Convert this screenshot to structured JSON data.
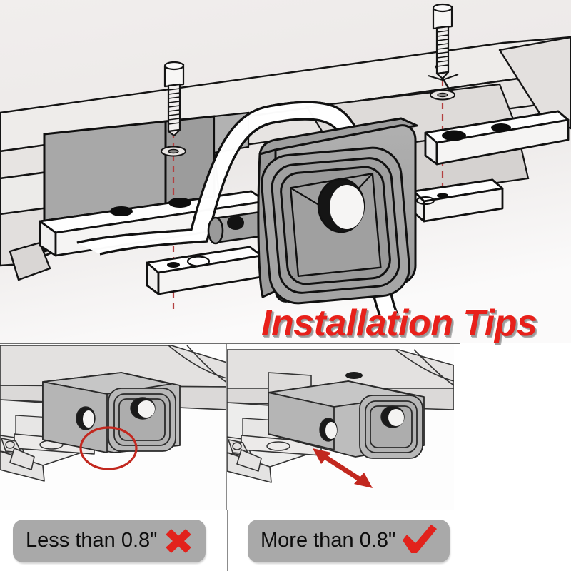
{
  "title": {
    "text": "Installation Tips",
    "color": "#e8201a",
    "shadow_color": "#9a9a9a"
  },
  "hero": {
    "name": "trailer-hitch-installation-diagram",
    "description": "Exploded isometric line drawing of a trailer hitch receiver mounted to a vehicle frame rail with two bolts aligned to bracket holes by dashed guide lines",
    "background_color": "#efeceb",
    "metal_fill": "#a8a8a8",
    "bracket_fill": "#ffffff",
    "outline_color": "#111111",
    "guide_line_color": "#b34040",
    "parts": [
      {
        "label": "bolt-left"
      },
      {
        "label": "bolt-right"
      },
      {
        "label": "washer-left"
      },
      {
        "label": "washer-right"
      },
      {
        "label": "hitch-receiver-tube"
      },
      {
        "label": "mounting-bracket-left"
      },
      {
        "label": "mounting-bracket-right"
      },
      {
        "label": "vehicle-frame-rail"
      }
    ]
  },
  "panels": [
    {
      "id": "insufficient-clearance",
      "name": "panel-less-than",
      "annotation": "red-ellipse-highlight",
      "annotation_color": "#c2281f",
      "badge": {
        "label": "Less than 0.8\"",
        "mark": "cross-mark",
        "mark_color": "#e2221c",
        "background": "#a9a9a9",
        "text_color": "#0d0d0d"
      }
    },
    {
      "id": "sufficient-clearance",
      "name": "panel-more-than",
      "annotation": "red-double-arrow",
      "annotation_color": "#c2281f",
      "badge": {
        "label": "More than 0.8\"",
        "mark": "check-mark",
        "mark_color": "#e2221c",
        "background": "#a9a9a9",
        "text_color": "#0d0d0d"
      }
    }
  ]
}
